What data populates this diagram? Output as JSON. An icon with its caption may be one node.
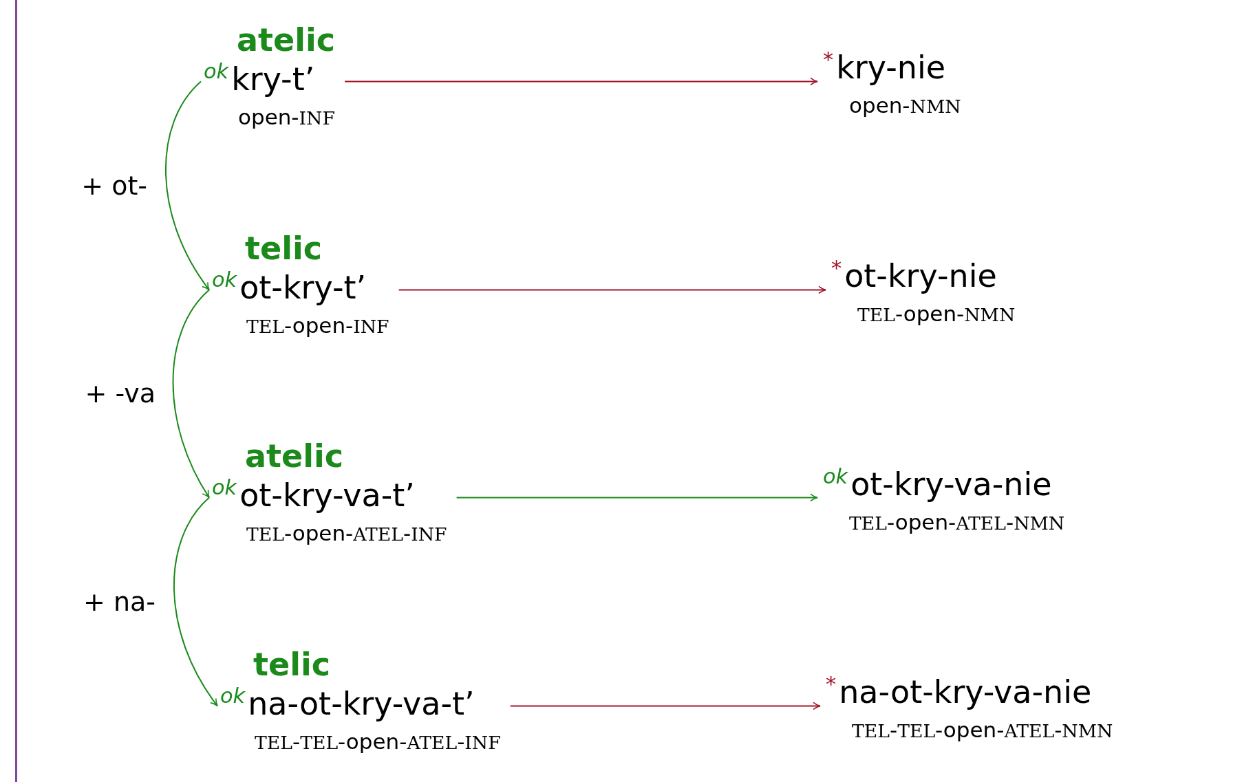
{
  "diagram": {
    "nodes": [
      {
        "text": [
          "atelic",
          "$^{ok}$kry-t’",
          "open-INF"
        ]
      },
      {
        "text": [
          "$^{*}$kry-nie",
          "open-NMN"
        ]
      },
      {
        "text": [
          "telic",
          "$^{ok}$ot-kry-t’",
          "TEL-open-INF"
        ]
      },
      {
        "text": [
          "$^{*}$ot-kry-nie",
          "TEL-open-NMN"
        ]
      },
      {
        "text": [
          "atelic",
          "$^{ok}$ot-kry-va-t’",
          "TEL-open-ATEL-INF"
        ]
      },
      {
        "text": [
          "$^{ok}$ot-kry-va-nie",
          "TEL-open-ATEL-NMN"
        ]
      },
      {
        "text": [
          "telic",
          "$^{ok}$na-ot-kry-va-t’",
          "TEL-TEL-open-ATEL-INF"
        ]
      },
      {
        "text": [
          "$^{*}$na-ot-kry-va-nie",
          "TEL-TEL-open-ATEL-NMN"
        ]
      }
    ],
    "edges": [
      {
        "from": 0,
        "to": 1,
        "arrow": "to",
        "color": "#a3162a"
      },
      {
        "from": 0,
        "to": 2,
        "arrow": "to",
        "label": "+ ot-"
      },
      {
        "from": 2,
        "to": 3,
        "arrow": "to",
        "color": "#a3162a"
      },
      {
        "from": 2,
        "to": 4,
        "arrow": "to",
        "label": "+ -va"
      },
      {
        "from": 4,
        "to": 5,
        "arrow": "to"
      },
      {
        "from": 4,
        "to": 6,
        "arrow": "to",
        "label": "+ na-"
      },
      {
        "from": 6,
        "to": 7,
        "arrow": "to",
        "color": "#a3162a"
      }
    ]
  }
}
